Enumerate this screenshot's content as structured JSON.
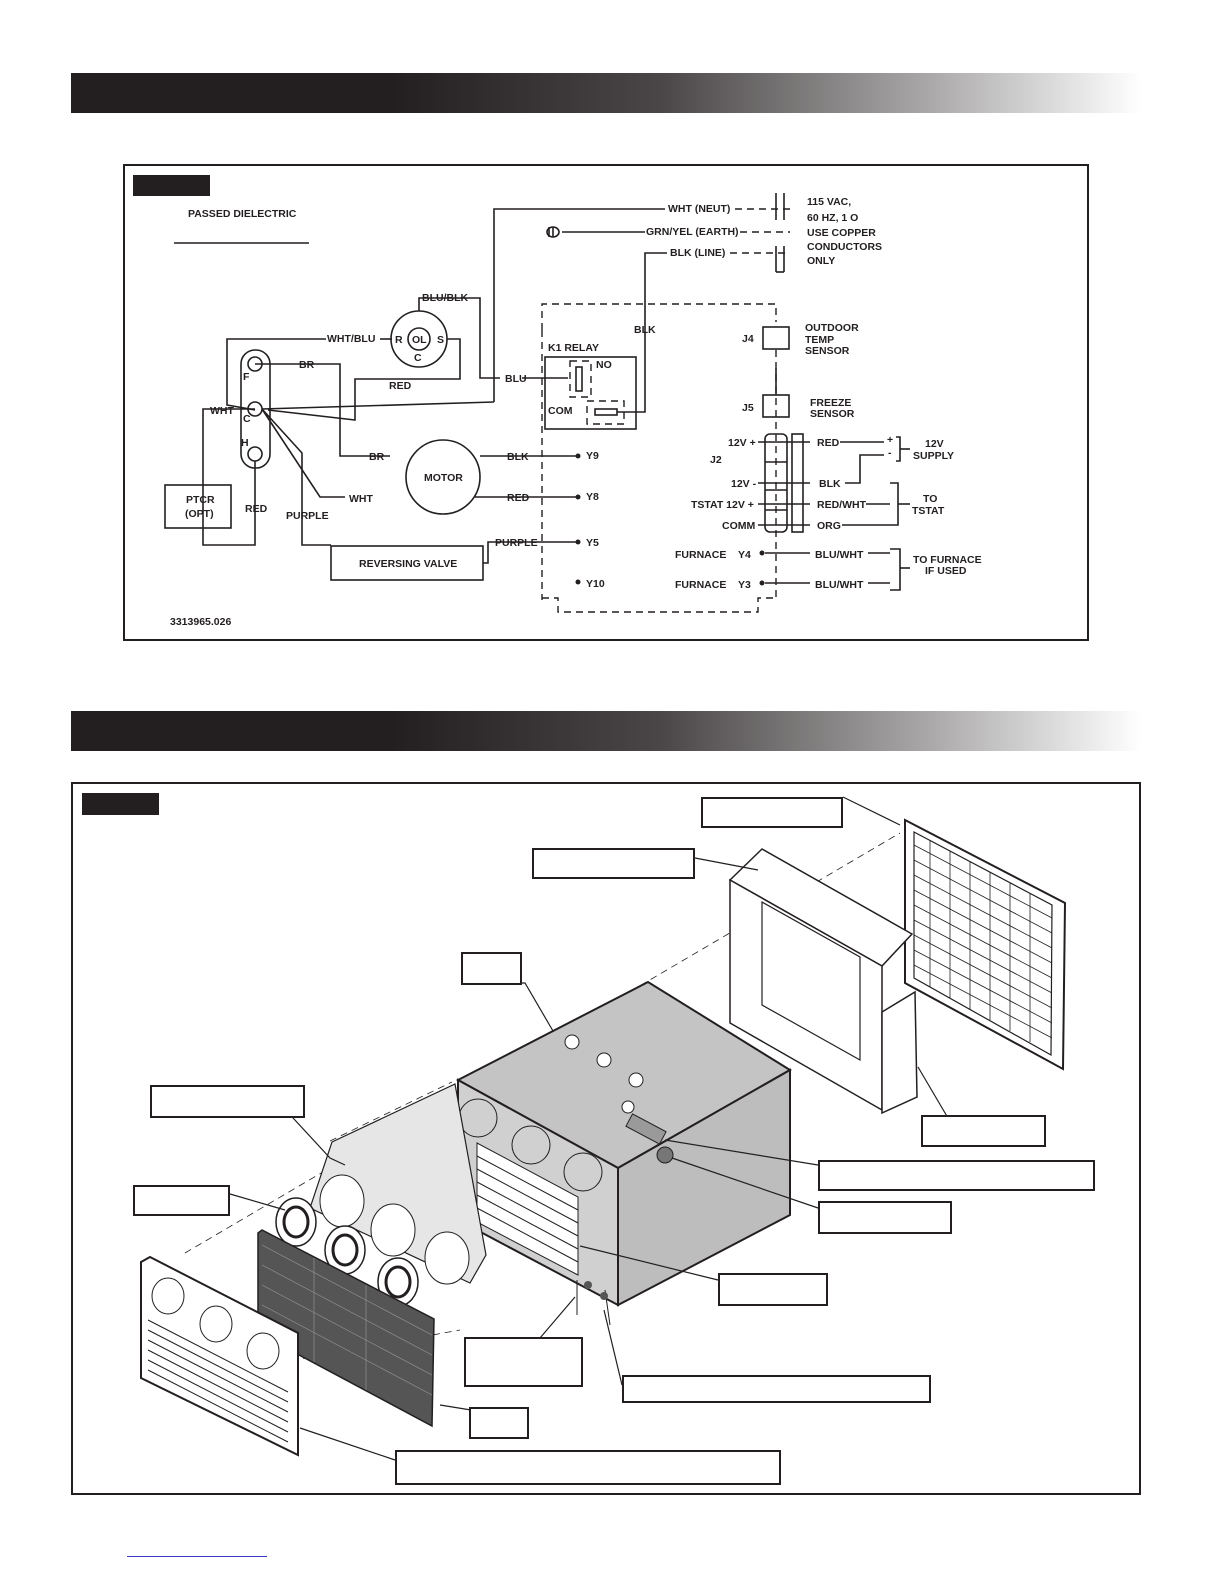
{
  "schematic": {
    "passed_dielectric": "PASSED DIELECTRIC",
    "doc_number": "3313965.026",
    "power_leads": [
      {
        "id": "neut",
        "text": "WHT (NEUT)"
      },
      {
        "id": "earth",
        "text": "GRN/YEL (EARTH)"
      },
      {
        "id": "line",
        "text": "BLK (LINE)"
      }
    ],
    "power_note": [
      "115 VAC,",
      "60 HZ, 1 O",
      "USE COPPER",
      "CONDUCTORS",
      "ONLY"
    ],
    "compressor": {
      "top": "BLU/BLK",
      "left_wire": "WHT/BLU",
      "r": "R",
      "ol": "OL",
      "s": "S",
      "c": "C"
    },
    "cap": {
      "f": "F",
      "c": "C",
      "h": "H"
    },
    "wires": {
      "br1": "BR",
      "red": "RED",
      "wht1": "WHT",
      "blu": "BLU",
      "blk": "BLK",
      "br2": "BR",
      "wht2": "WHT",
      "red2": "RED",
      "purple": "PURPLE",
      "blk_y9": "BLK",
      "red_y8": "RED",
      "purple_y5": "PURPLE"
    },
    "relay": {
      "title": "K1 RELAY",
      "no": "NO",
      "com": "COM"
    },
    "ptcr": [
      "PTCR",
      "(OPT)"
    ],
    "motor": "MOTOR",
    "reversing_valve": "REVERSING VALVE",
    "terminals": [
      "Y9",
      "Y8",
      "Y5",
      "Y10"
    ],
    "j4": "J4",
    "j5": "J5",
    "j2": "J2",
    "outdoor_sensor": [
      "OUTDOOR",
      "TEMP",
      "SENSOR"
    ],
    "freeze_sensor": [
      "FREEZE",
      "SENSOR"
    ],
    "j2_pins": [
      "12V +",
      "12V -",
      "TSTAT 12V +",
      "COMM"
    ],
    "j2_wires": [
      "RED",
      "BLK",
      "RED/WHT",
      "ORG"
    ],
    "supply": {
      "plus": "+",
      "minus": "-",
      "label": [
        "12V",
        "SUPPLY"
      ]
    },
    "tstat": [
      "TO",
      "TSTAT"
    ],
    "furnace_pins": [
      {
        "label": "FURNACE",
        "pin": "Y4",
        "wire": "BLU/WHT"
      },
      {
        "label": "FURNACE",
        "pin": "Y3",
        "wire": "BLU/WHT"
      }
    ],
    "to_furnace": [
      "TO FURNACE",
      "IF USED"
    ]
  },
  "colors": {
    "ink": "#231f20",
    "unit_top": "#c4c4c4"
  }
}
